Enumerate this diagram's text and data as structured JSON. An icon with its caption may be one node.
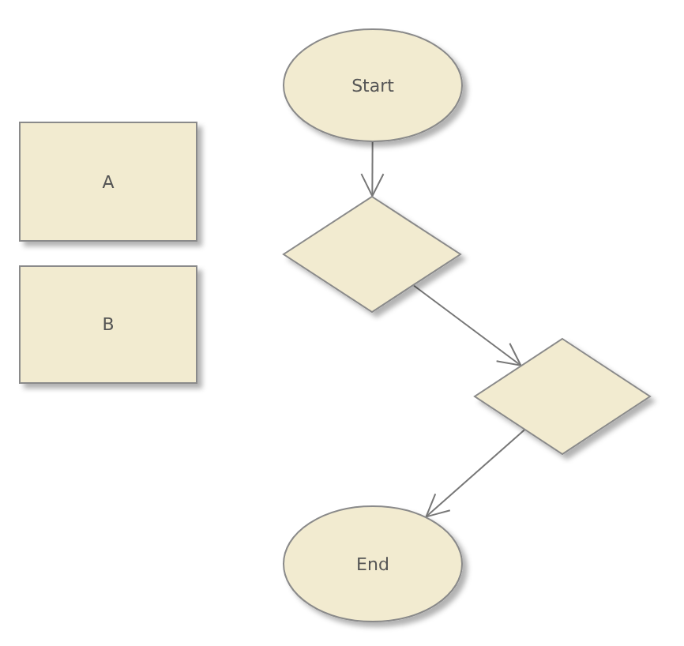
{
  "diagram": {
    "nodes": [
      {
        "text": [
          "Start"
        ]
      },
      {
        "text": [
          "A"
        ]
      },
      {
        "text": [],
        "shape": "diamond"
      },
      {
        "text": [
          "B"
        ]
      },
      {
        "text": [],
        "shape": "diamond"
      },
      {
        "text": [
          "End"
        ]
      }
    ],
    "edges": [
      {
        "from": 0,
        "to": 2,
        "arrow": "to"
      },
      {
        "from": 2,
        "to": 4,
        "arrow": "to"
      },
      {
        "from": 4,
        "to": 5,
        "arrow": "to"
      }
    ]
  }
}
